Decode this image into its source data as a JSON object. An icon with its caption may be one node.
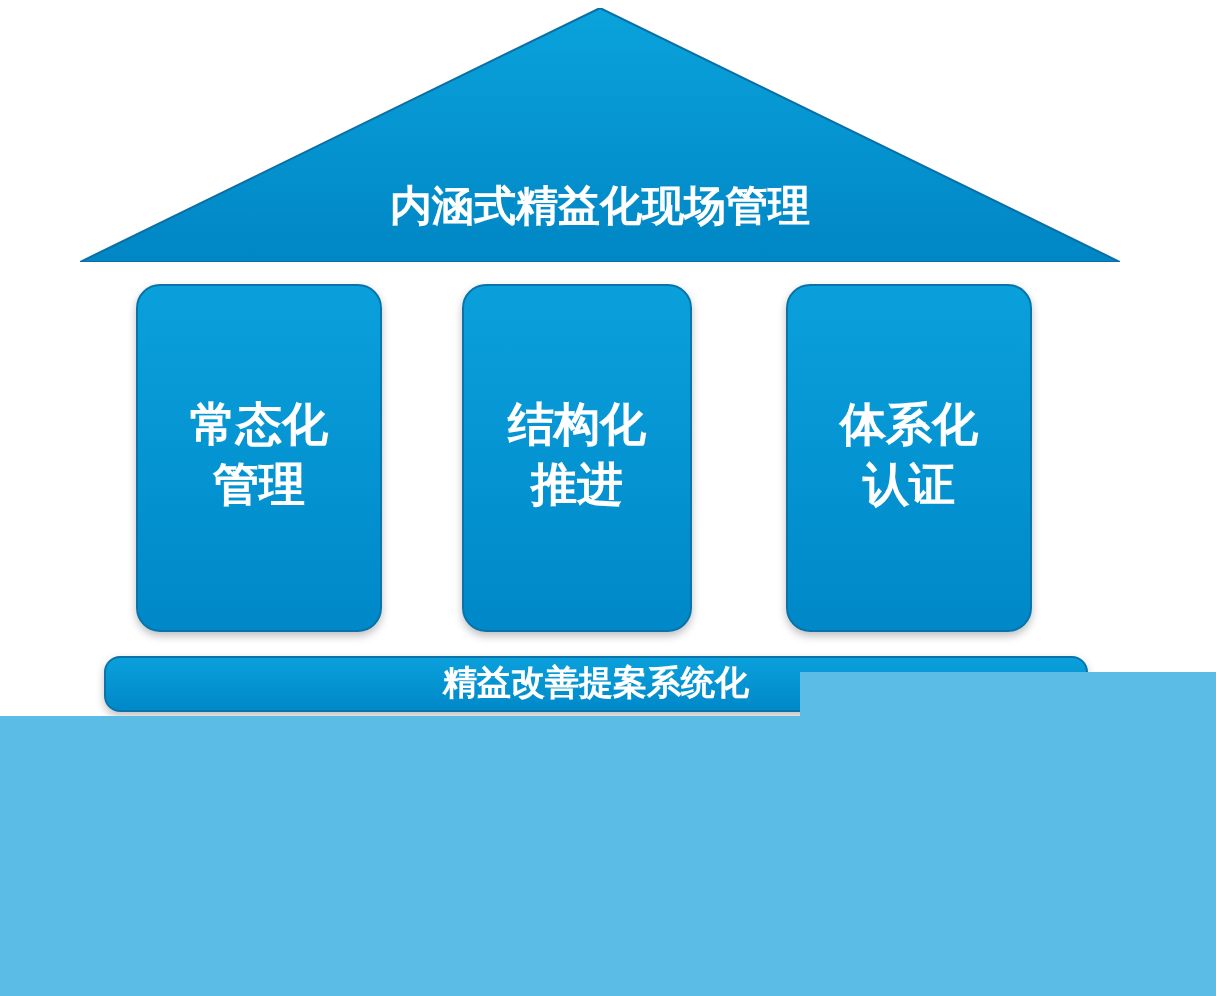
{
  "diagram": {
    "nodes": [
      {
        "text": [
          "内涵式精益化现场管理"
        ]
      },
      {
        "text": [
          "常态化管理"
        ]
      },
      {
        "text": [
          "结构化推进"
        ]
      },
      {
        "text": [
          "体系化认证"
        ]
      },
      {
        "text": [
          "精益改善提案系统化"
        ]
      }
    ]
  }
}
